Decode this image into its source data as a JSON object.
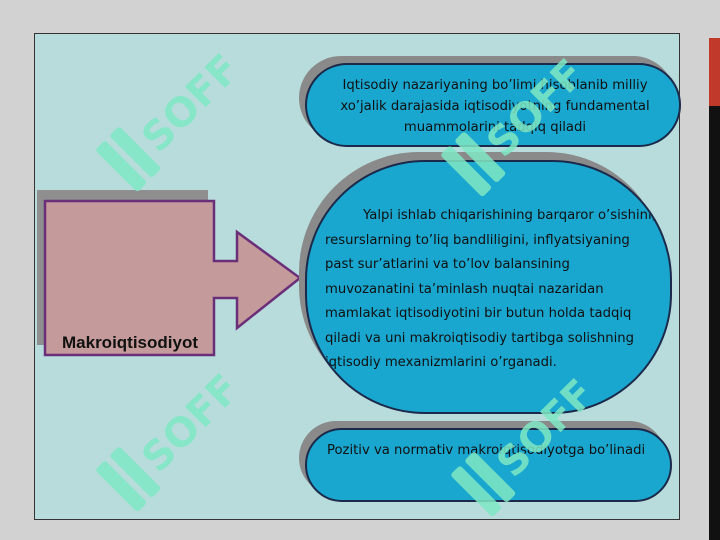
{
  "diagram": {
    "subject_label": "Makroiqtisodiyot",
    "definition_top": "Iqtisodiy nazariyaning bo’limi hisoblanib milliy xo’jalik darajasida iqtisodiyotning fundamental muammolarini tadqiq qiladi",
    "definition_main": "Yalpi ishlab chiqarishining  barqaror o’sishini, resurslarning to’liq bandliligini, inflyatsiyaning past sur’atlarini va to’lov balansining muvozanatini ta’minlash nuqtai nazaridan mamlakat iqtisodiyotini bir butun holda tadqiq qiladi va uni makroiqtisodiy tartibga solishning iqtisodiy mexanizmlarini o’rganadi.",
    "definition_bottom": "Pozitiv va normativ makroiqtisodiyotga bo’linadi"
  },
  "colors": {
    "panel": "#b8dcdc",
    "arrow_fill": "#c49a9a",
    "arrow_stroke": "#6b2f7a",
    "ellipse_fill": "#19a6cf",
    "watermark": "#7fe8c4"
  },
  "watermark": {
    "text": "SOFF"
  }
}
